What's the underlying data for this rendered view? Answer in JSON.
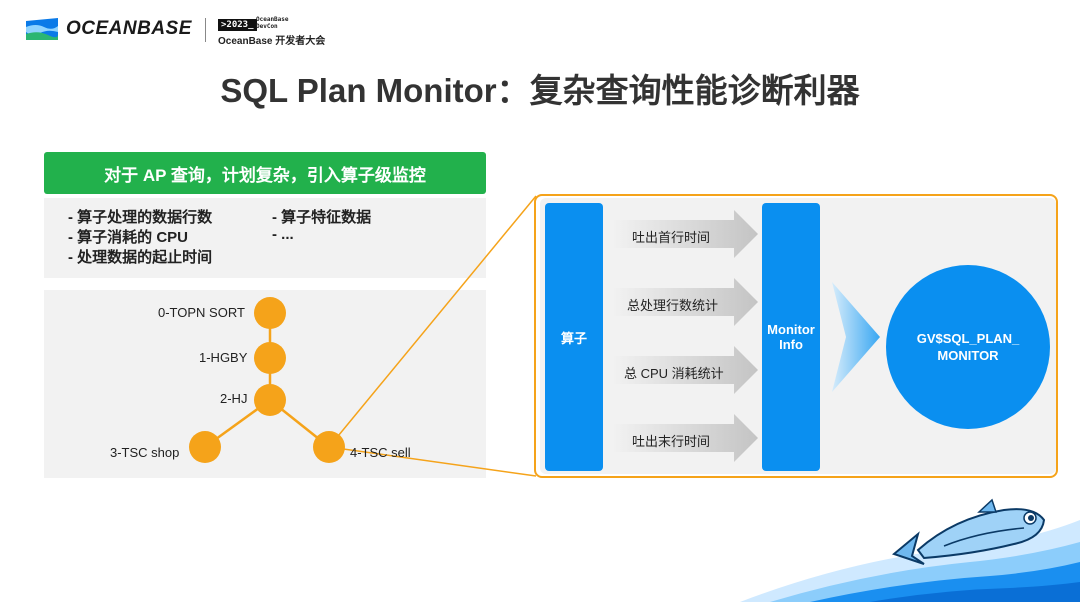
{
  "header": {
    "brand": "OCEANBASE",
    "event_badge": ">2023_",
    "event_small": [
      "OceanBase",
      "DevCon"
    ],
    "event_name": "OceanBase 开发者大会"
  },
  "title": "SQL Plan Monitor：复杂查询性能诊断利器",
  "intro": "对于 AP 查询，计划复杂，引入算子级监控",
  "features_left": [
    "-  算子处理的数据行数",
    "-  算子消耗的 CPU",
    "-  处理数据的起止时间"
  ],
  "features_right": [
    "-  算子特征数据",
    "-  ..."
  ],
  "plan_nodes": [
    "0-TOPN SORT",
    "1-HGBY",
    "2-HJ",
    "3-TSC shop",
    "4-TSC sell"
  ],
  "flow": {
    "operator": "算子",
    "arrows": [
      "吐出首行时间",
      "总处理行数统计",
      "总 CPU 消耗统计",
      "吐出末行时间"
    ],
    "monitor": "Monitor Info",
    "view": "GV$SQL_PLAN_ MONITOR"
  },
  "colors": {
    "accent_orange": "#f5a31a",
    "accent_green": "#22b14c",
    "accent_blue": "#0a8ff0"
  }
}
